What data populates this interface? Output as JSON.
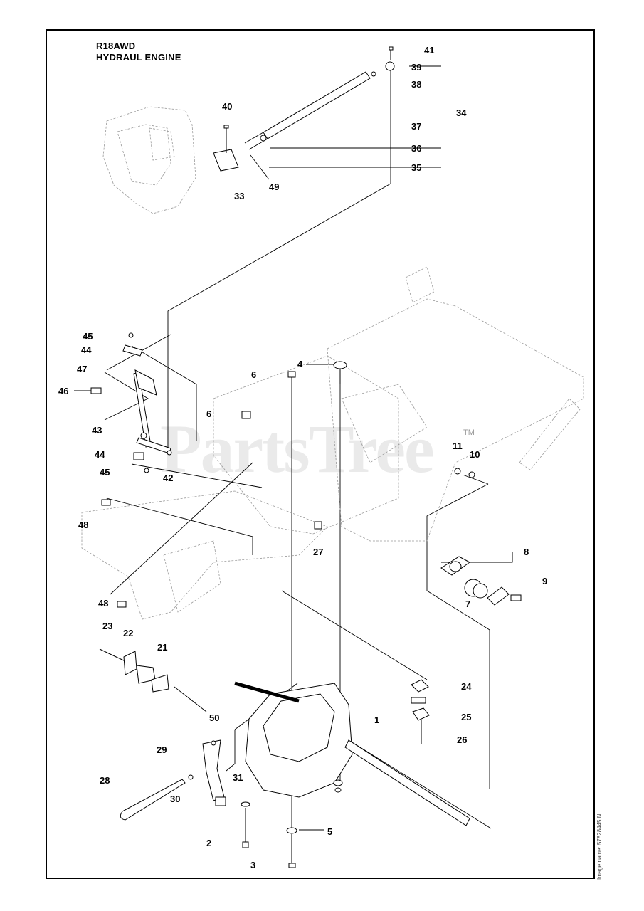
{
  "header": {
    "model": "R18AWD",
    "section": "HYDRAUL ENGINE"
  },
  "watermark": {
    "text": "PartsTree",
    "tm": "TM"
  },
  "side_code": "Image name: 57828445 N",
  "callouts": [
    {
      "n": "41"
    },
    {
      "n": "39"
    },
    {
      "n": "38"
    },
    {
      "n": "40"
    },
    {
      "n": "34"
    },
    {
      "n": "37"
    },
    {
      "n": "36"
    },
    {
      "n": "35"
    },
    {
      "n": "49"
    },
    {
      "n": "33"
    },
    {
      "n": "45"
    },
    {
      "n": "44"
    },
    {
      "n": "47"
    },
    {
      "n": "46"
    },
    {
      "n": "4"
    },
    {
      "n": "6"
    },
    {
      "n": "6"
    },
    {
      "n": "43"
    },
    {
      "n": "44"
    },
    {
      "n": "45"
    },
    {
      "n": "42"
    },
    {
      "n": "11"
    },
    {
      "n": "10"
    },
    {
      "n": "48"
    },
    {
      "n": "27"
    },
    {
      "n": "8"
    },
    {
      "n": "9"
    },
    {
      "n": "48"
    },
    {
      "n": "7"
    },
    {
      "n": "23"
    },
    {
      "n": "22"
    },
    {
      "n": "21"
    },
    {
      "n": "24"
    },
    {
      "n": "1"
    },
    {
      "n": "50"
    },
    {
      "n": "25"
    },
    {
      "n": "26"
    },
    {
      "n": "29"
    },
    {
      "n": "28"
    },
    {
      "n": "31"
    },
    {
      "n": "30"
    },
    {
      "n": "5"
    },
    {
      "n": "2"
    },
    {
      "n": "3"
    }
  ]
}
